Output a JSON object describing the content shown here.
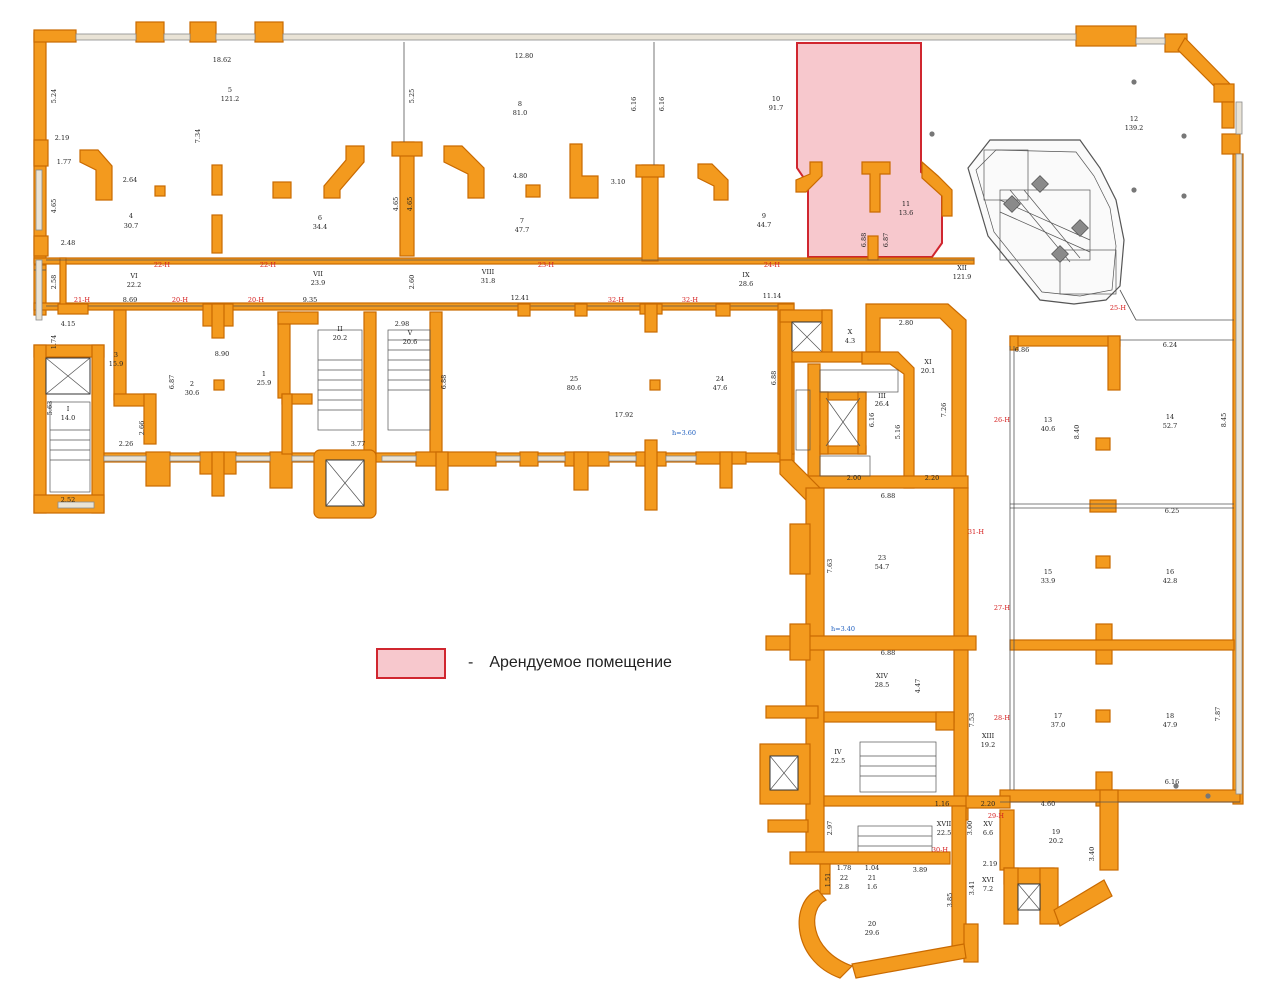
{
  "legend": {
    "dash": "-",
    "text": "Арендуемое помещение",
    "swatch_fill": "#f7c8cd",
    "swatch_border": "#d0262f"
  },
  "colors": {
    "wall": "#f39a1e",
    "leased": "#f7c8cd",
    "leased_border": "#d0262f",
    "axis_label": "#d62020",
    "height_label": "#1f5fbf"
  },
  "rooms": {
    "r4": {
      "num": "4",
      "area": "30.7"
    },
    "r5": {
      "num": "5",
      "area": "121.2"
    },
    "r6": {
      "num": "6",
      "area": "34.4"
    },
    "r7": {
      "num": "7",
      "area": "47.7"
    },
    "r8": {
      "num": "8",
      "area": "81.0"
    },
    "r9": {
      "num": "9",
      "area": "44.7"
    },
    "r10": {
      "num": "10",
      "area": "91.7"
    },
    "r11": {
      "num": "11",
      "area": "13.6"
    },
    "r12": {
      "num": "12",
      "area": "139.2"
    },
    "rVI": {
      "num": "VI",
      "area": "22.2"
    },
    "rVII": {
      "num": "VII",
      "area": "23.9"
    },
    "rVIII": {
      "num": "VIII",
      "area": "31.8"
    },
    "rIX": {
      "num": "IX",
      "area": "28.6"
    },
    "rXII": {
      "num": "XII",
      "area": "121.9"
    },
    "r3": {
      "num": "3",
      "area": "15.9"
    },
    "rI": {
      "num": "I",
      "area": "14.0"
    },
    "r2": {
      "num": "2",
      "area": "30.6"
    },
    "r1": {
      "num": "1",
      "area": "25.9"
    },
    "rII": {
      "num": "II",
      "area": "20.2"
    },
    "rV": {
      "num": "V",
      "area": "20.6"
    },
    "r25": {
      "num": "25",
      "area": "80.6"
    },
    "r24": {
      "num": "24",
      "area": "47.6"
    },
    "rX": {
      "num": "X",
      "area": "4.3"
    },
    "rXI": {
      "num": "XI",
      "area": "20.1"
    },
    "rIII": {
      "num": "III",
      "area": "26.4"
    },
    "r13": {
      "num": "13",
      "area": "40.6"
    },
    "r14": {
      "num": "14",
      "area": "52.7"
    },
    "r23": {
      "num": "23",
      "area": "54.7"
    },
    "r15": {
      "num": "15",
      "area": "33.9"
    },
    "r16": {
      "num": "16",
      "area": "42.8"
    },
    "rXIV": {
      "num": "XIV",
      "area": "28.5"
    },
    "r17": {
      "num": "17",
      "area": "37.0"
    },
    "r18": {
      "num": "18",
      "area": "47.9"
    },
    "rXIII": {
      "num": "XIII",
      "area": "19.2"
    },
    "rIV": {
      "num": "IV",
      "area": "22.5"
    },
    "rXVII": {
      "num": "XVII",
      "area": "22.5"
    },
    "rXV": {
      "num": "XV",
      "area": "6.6"
    },
    "r19": {
      "num": "19",
      "area": "20.2"
    },
    "r22": {
      "num": "22",
      "area": "2.8"
    },
    "r21": {
      "num": "21",
      "area": "1.6"
    },
    "rXVI": {
      "num": "XVI",
      "area": "7.2"
    },
    "r20": {
      "num": "20",
      "area": "29.6"
    }
  },
  "dims": {
    "d1": "18.62",
    "d2": "12.80",
    "d3": "5.24",
    "d4": "2.19",
    "d5": "1.77",
    "d6": "2.64",
    "d7": "4.65",
    "d8": "2.48",
    "d9": "7.34",
    "d10": "5.25",
    "d11": "4.65",
    "d12": "4.80",
    "d13": "3.10",
    "d14": "6.16",
    "d15": "6.88",
    "d16": "6.87",
    "d17": "2.58",
    "d18": "8.69",
    "d19": "9.35",
    "d20": "12.41",
    "d21": "11.14",
    "d22": "2.60",
    "d23": "4.15",
    "d24": "1.74",
    "d25": "2.98",
    "d26": "2.80",
    "d27": "8.90",
    "d28": "6.87",
    "d29": "6.88",
    "d30": "17.92",
    "d31": "6.88",
    "d32": "5.63",
    "d33": "2.26",
    "d34": "2.66",
    "d35": "2.52",
    "d36": "3.77",
    "d37": "6.16",
    "d38": "5.16",
    "d39": "7.26",
    "d40": "6.86",
    "d41": "6.24",
    "d42": "8.40",
    "d43": "8.45",
    "d44": "2.00",
    "d45": "2.20",
    "d46": "6.88",
    "d47": "7.63",
    "d48": "6.25",
    "d49": "6.88",
    "d50": "4.47",
    "d51": "7.53",
    "d52": "7.87",
    "d53": "6.16",
    "d54": "1.16",
    "d55": "2.20",
    "d56": "4.60",
    "d57": "2.97",
    "d58": "3.00",
    "d59": "2.19",
    "d60": "1.78",
    "d61": "1.04",
    "d62": "3.89",
    "d63": "1.51",
    "d64": "3.41",
    "d65": "3.85",
    "d66": "3.40"
  },
  "axes": {
    "a21": "21-Н",
    "a20a": "20-Н",
    "a20b": "20-Н",
    "a22a": "22-Н",
    "a22b": "22-Н",
    "a23": "23-Н",
    "a24": "24-Н",
    "a32a": "32-Н",
    "a32b": "32-Н",
    "a25": "25-Н",
    "a26": "26-Н",
    "a31": "31-Н",
    "a27": "27-Н",
    "a28": "28-Н",
    "a29": "29-Н",
    "a30": "30-Н"
  },
  "heights": {
    "h1": "h=3.60",
    "h2": "h=3.40"
  }
}
